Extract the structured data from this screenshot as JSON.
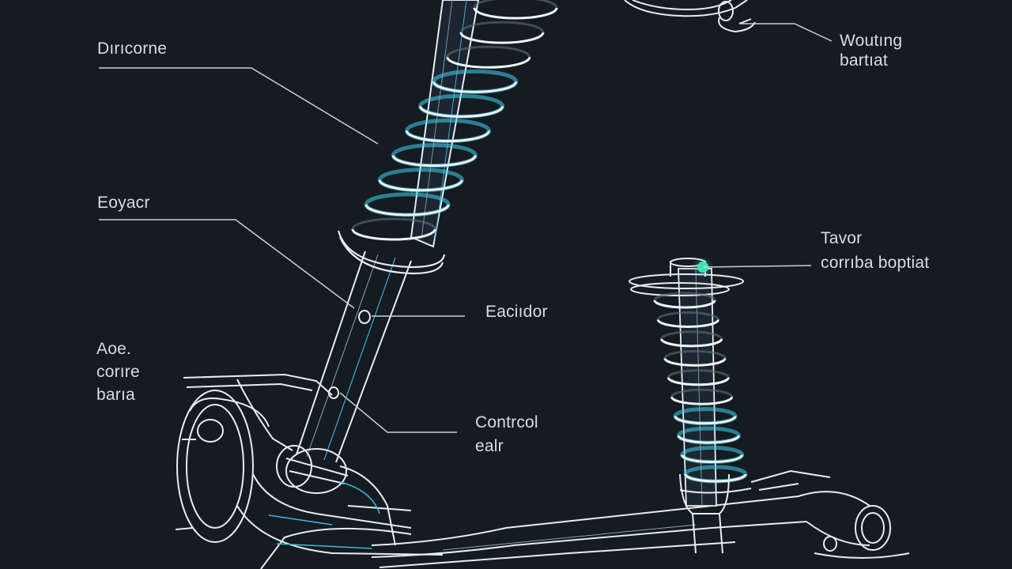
{
  "diagram": {
    "labels": {
      "top_left": "Dırıcorne",
      "top_right": [
        "Woutıng",
        "bartıat"
      ],
      "mid_left": "Eoyacr",
      "right_mid": [
        "Tavor",
        "corrıba boptiat"
      ],
      "center": "Eaciıdor",
      "lower_left": [
        "Aoe.",
        "corıre",
        "barıa"
      ],
      "lower_center": [
        "Contrcol",
        "ealr"
      ]
    },
    "colors": {
      "background": "#141b21",
      "line": "#e6ecf0",
      "leader": "#c8d0d6",
      "accent": "#3fd0f0",
      "indicator": "#3ef08a"
    }
  }
}
